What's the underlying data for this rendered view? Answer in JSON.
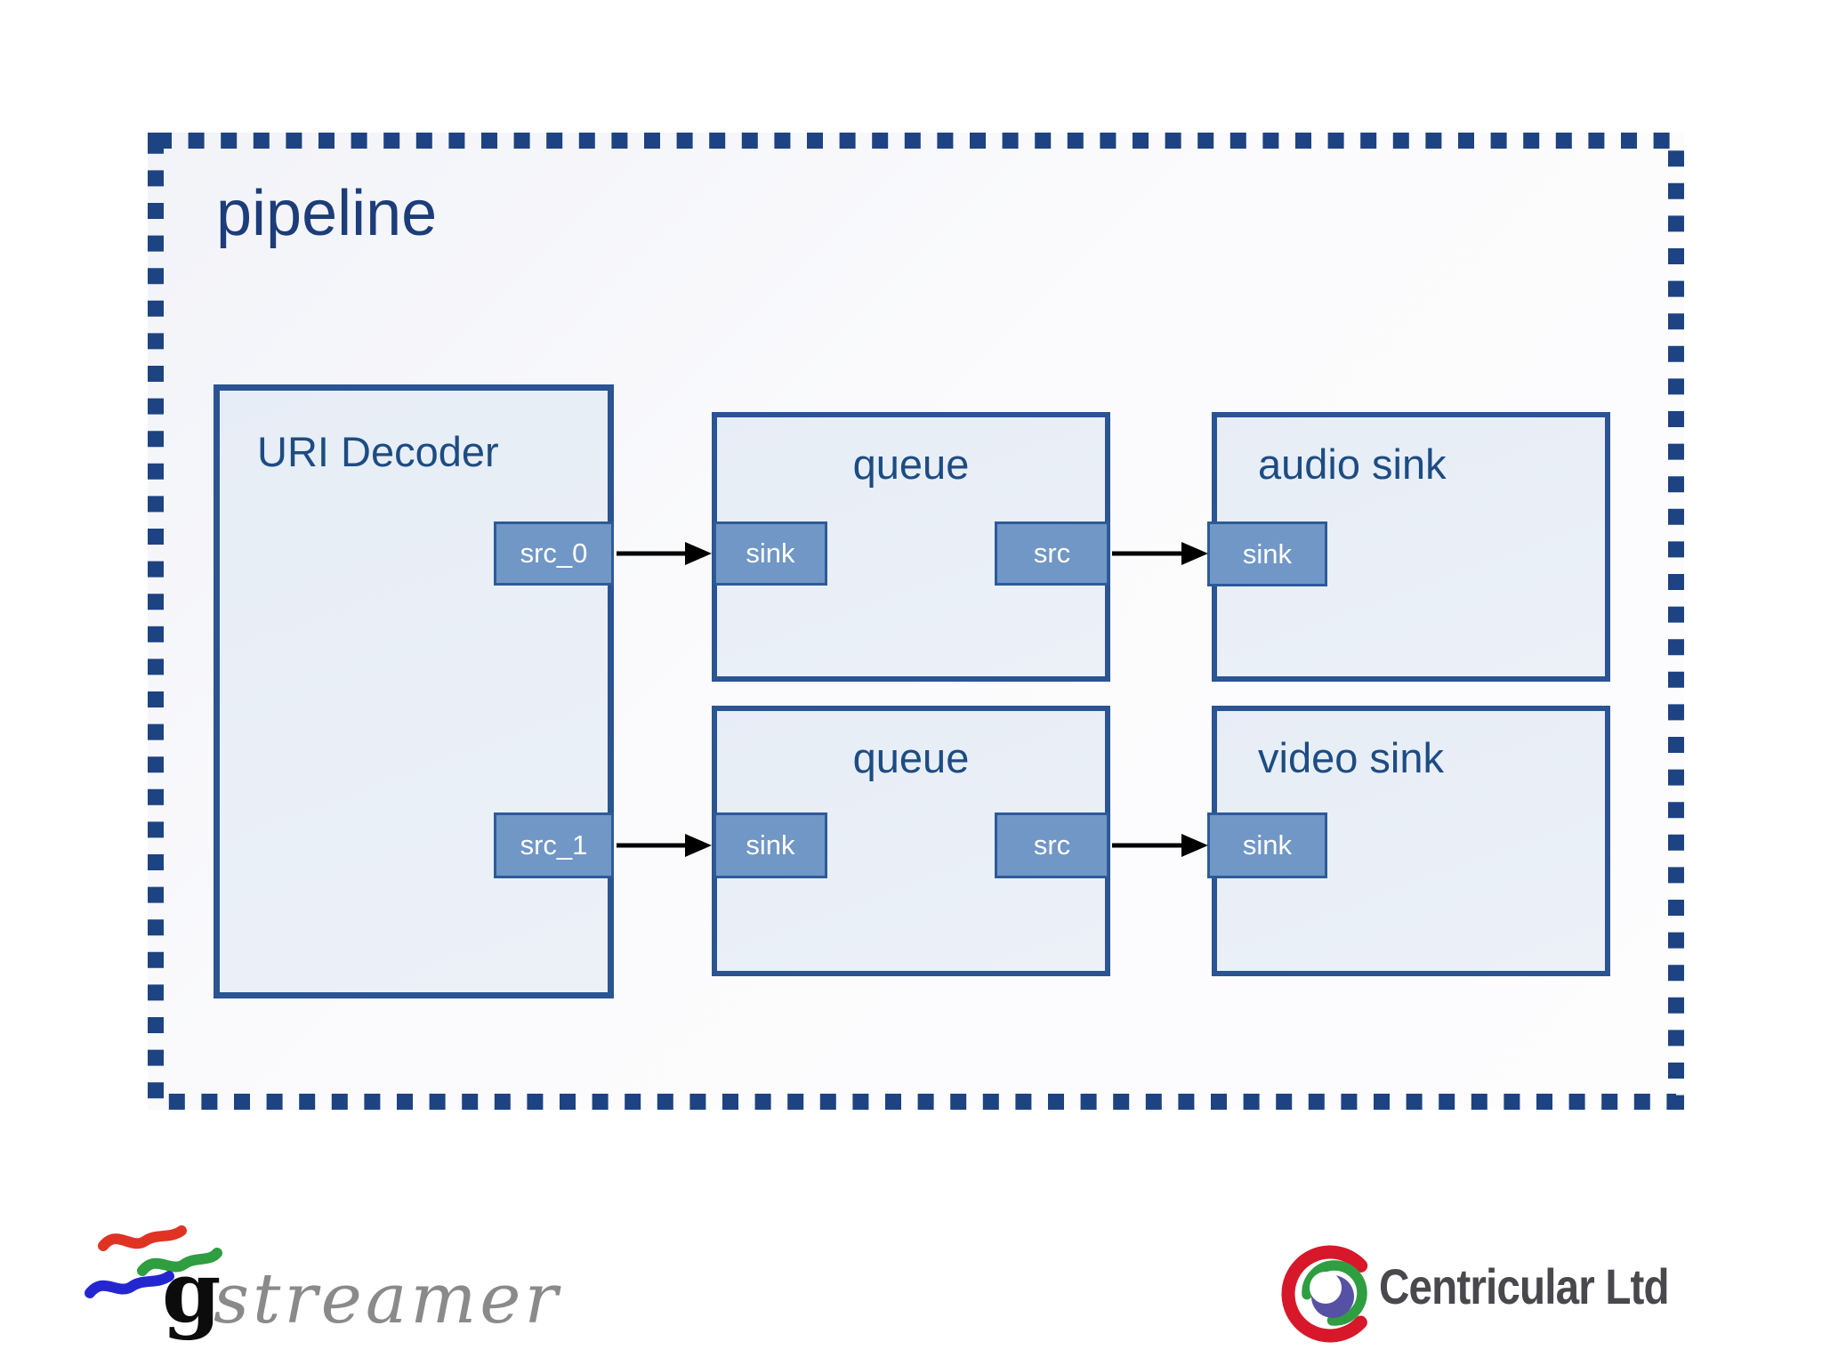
{
  "diagram": {
    "title": "pipeline",
    "nodes": {
      "uri_decoder": {
        "label": "URI Decoder",
        "pads": {
          "src_0": "src_0",
          "src_1": "src_1"
        }
      },
      "queue_audio": {
        "label": "queue",
        "pads": {
          "sink": "sink",
          "src": "src"
        }
      },
      "queue_video": {
        "label": "queue",
        "pads": {
          "sink": "sink",
          "src": "src"
        }
      },
      "audio_sink": {
        "label": "audio sink",
        "pads": {
          "sink": "sink"
        }
      },
      "video_sink": {
        "label": "video sink",
        "pads": {
          "sink": "sink"
        }
      }
    },
    "connections": [
      {
        "from": "uri_decoder.src_0",
        "to": "queue_audio.sink"
      },
      {
        "from": "queue_audio.src",
        "to": "audio_sink.sink"
      },
      {
        "from": "uri_decoder.src_1",
        "to": "queue_video.sink"
      },
      {
        "from": "queue_video.src",
        "to": "video_sink.sink"
      }
    ]
  },
  "footer": {
    "gstreamer": {
      "g": "g",
      "streamer": "streamer"
    },
    "centricular": {
      "name": "Centricular Ltd"
    }
  },
  "colors": {
    "pipeline_border": "#1d4382",
    "pipeline_fill": "#f7f8fb",
    "node_border": "#2a5492",
    "node_fill": "#e9eff7",
    "pad_fill": "#7097c6",
    "pad_border": "#2d5b99",
    "pad_text": "#ffffff",
    "title_text": "#1c3d7a",
    "label_text": "#1d4c82",
    "arrow": "#000000",
    "gstreamer_red": "#e03324",
    "gstreamer_green": "#2f9e41",
    "gstreamer_blue": "#2427cf",
    "gstreamer_gray": "#8a8a8a",
    "gstreamer_g_black": "#0c0c0c",
    "centricular_red": "#d7182a",
    "centricular_green": "#2f9e41",
    "centricular_purple": "#5751a5",
    "centricular_text": "#48484d"
  }
}
